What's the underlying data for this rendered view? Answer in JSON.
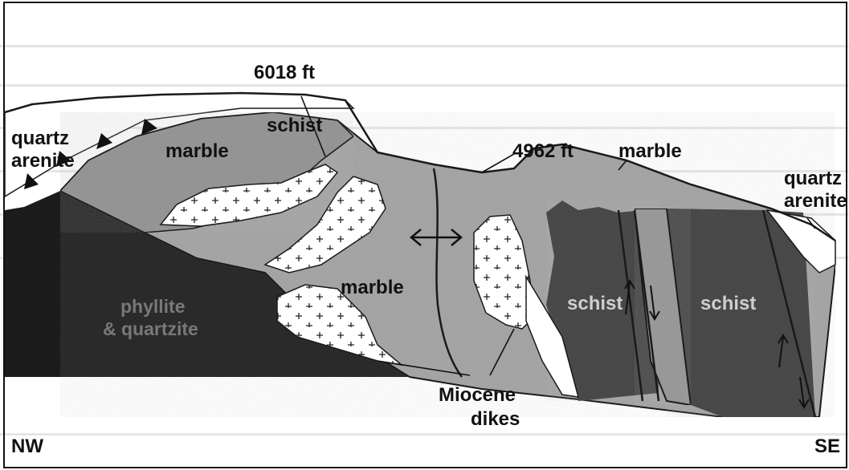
{
  "colors": {
    "phyllite": "#1c1c1c",
    "marble": "#a7a7a7",
    "marble_dark": "#8a8a8a",
    "schist": "#4a4a4a",
    "quartz": "#ffffff",
    "line": "#1a1a1a"
  },
  "labels": {
    "peak_1": "6018 ft",
    "peak_2": "4962 ft",
    "schist_top": "schist",
    "quartz_left_1": "quartz",
    "quartz_left_2": "arenite",
    "marble_upper_left": "marble",
    "marble_upper_right": "marble",
    "marble_center": "marble",
    "quartz_right_1": "quartz",
    "quartz_right_2": "arenite",
    "schist_center": "schist",
    "schist_right": "schist",
    "phyllite_1": "phyllite",
    "phyllite_2": "& quartzite",
    "dikes_1": "Miocene",
    "dikes_2": "dikes",
    "nw": "NW",
    "se": "SE"
  }
}
